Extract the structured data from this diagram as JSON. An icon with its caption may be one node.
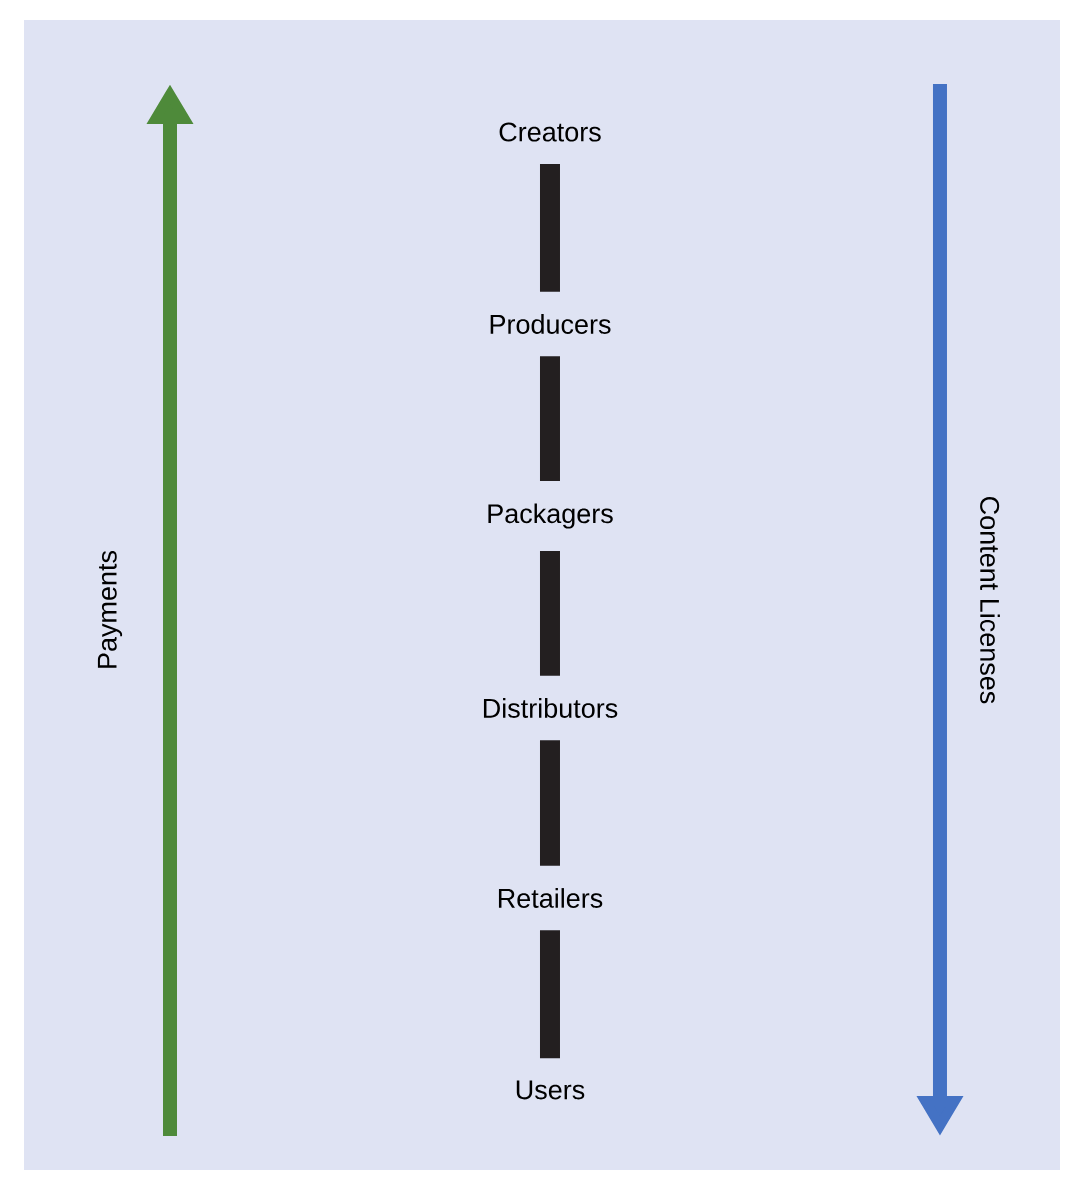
{
  "diagram": {
    "nodes": [
      {
        "text": [
          "Creators"
        ]
      },
      {
        "text": [
          "Producers"
        ]
      },
      {
        "text": [
          "Packagers"
        ]
      },
      {
        "text": [
          "Distributors"
        ]
      },
      {
        "text": [
          "Retailers"
        ]
      },
      {
        "text": [
          "Users"
        ]
      }
    ],
    "edges": [
      {
        "from": 0,
        "to": 1,
        "arrow": "none"
      },
      {
        "from": 1,
        "to": 2,
        "arrow": "none"
      },
      {
        "from": 2,
        "to": 3,
        "arrow": "none"
      },
      {
        "from": 3,
        "to": 4,
        "arrow": "none"
      },
      {
        "from": 4,
        "to": 5,
        "arrow": "none"
      }
    ],
    "labels": [
      "Payments",
      "Content Licenses"
    ]
  }
}
